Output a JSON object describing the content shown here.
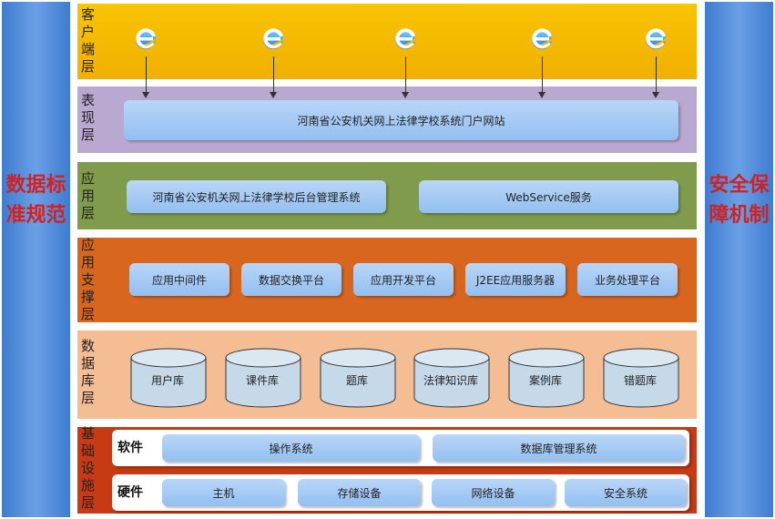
{
  "left_banner": "数据标准规范",
  "right_banner": "安全保障机制",
  "layers": {
    "client": {
      "label": "客户端层",
      "icon_count": 5,
      "icon": "ie-browser-icon",
      "color": "#f5b800"
    },
    "presentation": {
      "label": "表现层",
      "portal": "河南省公安机关网上法律学校系统门户网站",
      "color": "#b7a7cd"
    },
    "application": {
      "label": "应用层",
      "items": [
        "河南省公安机关网上法律学校后台管理系统",
        "WebService服务"
      ],
      "color": "#7e9b4a"
    },
    "support": {
      "label": "应用支撑层",
      "items": [
        "应用中间件",
        "数据交换平台",
        "应用开发平台",
        "J2EE应用服务器",
        "业务处理平台"
      ],
      "color": "#d9661f"
    },
    "database": {
      "label": "数据库层",
      "items": [
        "用户库",
        "课件库",
        "题库",
        "法律知识库",
        "案例库",
        "错题库"
      ],
      "color": "#f4bd94"
    },
    "infrastructure": {
      "label": "基础设施层",
      "color": "#c83a14",
      "software": {
        "label": "软件",
        "items": [
          "操作系统",
          "数据库管理系统"
        ]
      },
      "hardware": {
        "label": "硬件",
        "items": [
          "主机",
          "存储设备",
          "网络设备",
          "安全系统"
        ]
      }
    }
  }
}
